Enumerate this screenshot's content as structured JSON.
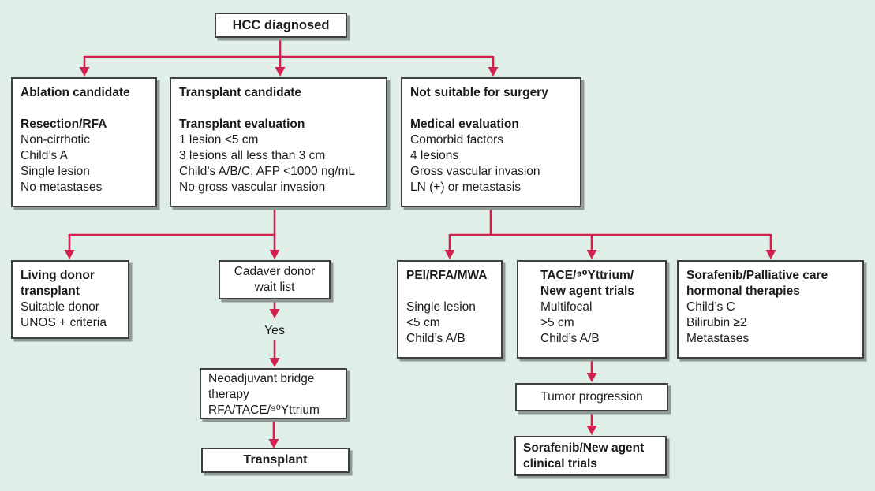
{
  "colors": {
    "background": "#dfeee6",
    "box_background": "#ffffff",
    "box_border": "#3f3f3f",
    "box_shadow": "#8e9a93",
    "arrow": "#d4204e",
    "text": "#1b1b1b"
  },
  "nodes": {
    "hcc": {
      "label": "HCC diagnosed"
    },
    "ablation": {
      "lines": [
        "Ablation candidate",
        "",
        "Resection/RFA",
        "Non-cirrhotic",
        "Child’s A",
        "Single lesion",
        "No metastases"
      ]
    },
    "transplant_candidate": {
      "lines": [
        "Transplant candidate",
        "",
        "Transplant evaluation",
        "1 lesion <5 cm",
        "3 lesions all less than 3 cm",
        "Child’s A/B/C; AFP <1000 ng/mL",
        "No gross vascular invasion"
      ]
    },
    "not_suitable": {
      "lines": [
        "Not suitable for surgery",
        "",
        "Medical evaluation",
        "Comorbid factors",
        "4 lesions",
        "Gross vascular invasion",
        "LN (+) or metastasis"
      ]
    },
    "living_donor": {
      "lines": [
        "Living donor transplant",
        "Suitable donor",
        "UNOS + criteria"
      ]
    },
    "cadaver": {
      "label": "Cadaver donor wait list"
    },
    "yes_label": "Yes",
    "pei": {
      "lines": [
        "PEI/RFA/MWA",
        "",
        "Single lesion",
        "<5 cm",
        "Child’s A/B"
      ]
    },
    "tace": {
      "lines": [
        "TACE/⁹⁰Yttrium/",
        "New agent trials",
        "Multifocal",
        ">5 cm",
        "Child’s A/B"
      ]
    },
    "sorafenib_palliative": {
      "lines": [
        "Sorafenib/Palliative care",
        "hormonal therapies",
        "Child’s C",
        "Bilirubin ≥2",
        "Metastases"
      ]
    },
    "neoadjuvant": {
      "lines": [
        "Neoadjuvant bridge therapy",
        "RFA/TACE/⁹⁰Yttrium"
      ]
    },
    "transplant_final": {
      "label": "Transplant"
    },
    "tumor_progression": {
      "label": "Tumor progression"
    },
    "sorafenib_trials": {
      "label": "Sorafenib/New agent clinical trials"
    }
  }
}
